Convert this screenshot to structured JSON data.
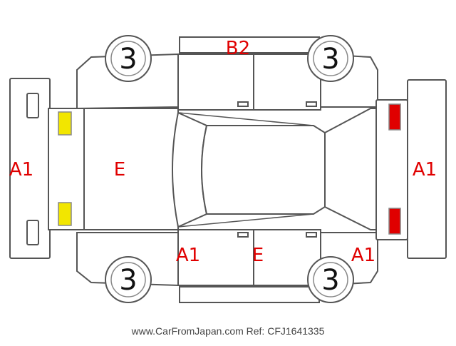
{
  "marks": {
    "top_panel": "B2",
    "front_left_panel": "E",
    "front_bumper": "A1",
    "rear_bumper": "A1",
    "bottom_left": "A1",
    "bottom_mid": "E",
    "bottom_right": "A1"
  },
  "wheels": {
    "top_left": "3",
    "top_right": "3",
    "bottom_left": "3",
    "bottom_right": "3"
  },
  "lights": {
    "front_color": "#f2e600",
    "rear_color": "#e00000"
  },
  "colors": {
    "mark": "#e00000",
    "outline": "#555555"
  },
  "footer": "www.CarFromJapan.com Ref: CFJ1641335"
}
